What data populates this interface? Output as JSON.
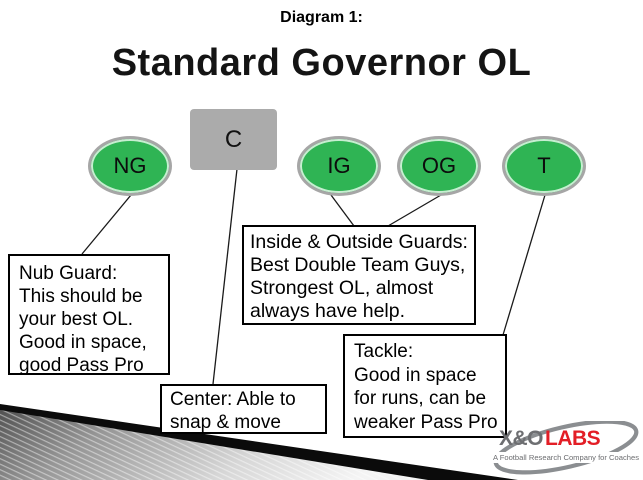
{
  "slide": {
    "eyebrow": "Diagram 1:",
    "title": "Standard Governor OL"
  },
  "positions": [
    {
      "id": "ng",
      "label": "NG",
      "shape": "ellipse"
    },
    {
      "id": "c",
      "label": "C",
      "shape": "rectangle"
    },
    {
      "id": "ig",
      "label": "IG",
      "shape": "ellipse"
    },
    {
      "id": "og",
      "label": "OG",
      "shape": "ellipse"
    },
    {
      "id": "t",
      "label": "T",
      "shape": "ellipse"
    }
  ],
  "callouts": {
    "nub_guard": {
      "lines": [
        "Nub Guard:",
        "This should be",
        "your best OL.",
        "Good in space,",
        "good Pass Pro"
      ]
    },
    "guards": {
      "lines": [
        "Inside & Outside Guards:",
        "Best Double Team Guys,",
        "Strongest OL, almost",
        "always have help."
      ]
    },
    "center": {
      "lines": [
        "Center: Able to",
        "snap & move"
      ]
    },
    "tackle": {
      "lines": [
        "Tackle:",
        "Good in space",
        "for runs, can be",
        "weaker Pass Pro"
      ]
    }
  },
  "logo": {
    "brand_gray": "X&O",
    "brand_red": "LABS",
    "tagline": "A Football Research Company for Coaches"
  },
  "colors": {
    "position_green": "#2fb454",
    "position_ring_gray": "#a6a6a6",
    "center_rect_gray": "#ababab",
    "callout_border": "#000000",
    "logo_gray": "#6d6e71",
    "logo_red": "#e31e26"
  }
}
